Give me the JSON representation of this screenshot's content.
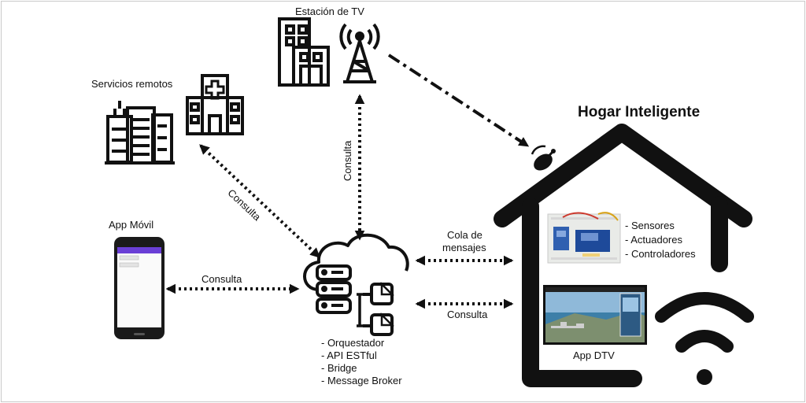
{
  "title": "Hogar Inteligente",
  "nodes": {
    "tv_station": "Estación de TV",
    "remote_services": "Servicios remotos",
    "mobile_app": "App Móvil",
    "dtv_app": "App DTV"
  },
  "edges": {
    "remote_query": "Consulta",
    "tv_query": "Consulta",
    "mobile_query": "Consulta",
    "queue_line1": "Cola de",
    "queue_line2": "mensajes",
    "home_query": "Consulta"
  },
  "cloud_components": [
    "- Orquestador",
    "- API ESTful",
    "- Bridge",
    "- Message Broker"
  ],
  "home_devices": [
    "- Sensores",
    "- Actuadores",
    "- Controladores"
  ],
  "colors": {
    "accent": "#111111",
    "phone_header": "#6a3fd6",
    "tv_sky": "#8fb9d9",
    "tv_sea": "#3d7fa8"
  }
}
